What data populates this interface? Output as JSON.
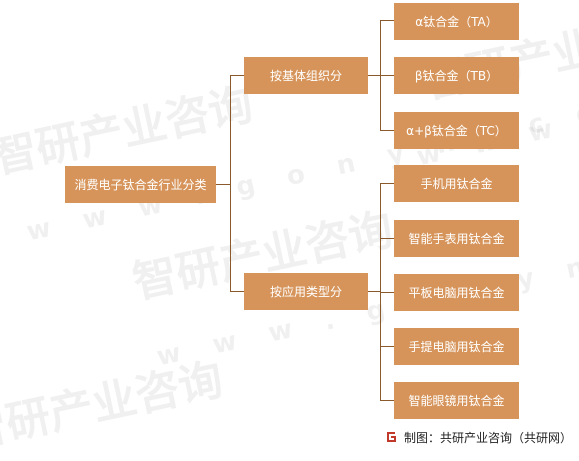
{
  "watermark": {
    "text": "智研产业咨询",
    "sub": "w w w . g o n y n . c o m"
  },
  "root": {
    "label": "消费电子钛合金行业分类"
  },
  "groups": [
    {
      "label": "按基体组织分",
      "items": [
        "α钛合金（TA）",
        "β钛合金（TB）",
        "α+β钛合金（TC）"
      ]
    },
    {
      "label": "按应用类型分",
      "items": [
        "手机用钛合金",
        "智能手表用钛合金",
        "平板电脑用钛合金",
        "手提电脑用钛合金",
        "智能眼镜用钛合金"
      ]
    }
  ],
  "footer": {
    "text": "制图：共研产业咨询（共研网）"
  },
  "colors": {
    "node": "#d6945a",
    "line": "#8a5a2c"
  }
}
